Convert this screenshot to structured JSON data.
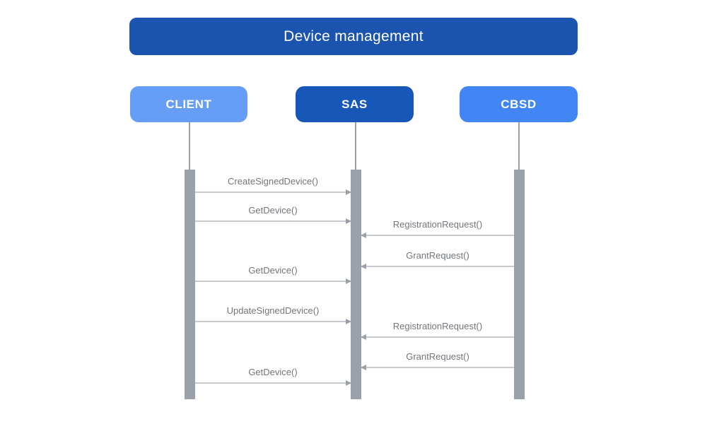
{
  "diagram": {
    "title": "Device management",
    "type": "sequence-diagram"
  },
  "actors": [
    {
      "id": "client",
      "label": "CLIENT",
      "color": "#669DF6"
    },
    {
      "id": "sas",
      "label": "SAS",
      "color": "#1757B8"
    },
    {
      "id": "cbsd",
      "label": "CBSD",
      "color": "#4285F4"
    }
  ],
  "messages": [
    {
      "label": "CreateSignedDevice()",
      "from": "client",
      "to": "sas"
    },
    {
      "label": "GetDevice()",
      "from": "client",
      "to": "sas"
    },
    {
      "label": "RegistrationRequest()",
      "from": "cbsd",
      "to": "sas"
    },
    {
      "label": "GrantRequest()",
      "from": "cbsd",
      "to": "sas"
    },
    {
      "label": "GetDevice()",
      "from": "client",
      "to": "sas"
    },
    {
      "label": "UpdateSignedDevice()",
      "from": "client",
      "to": "sas"
    },
    {
      "label": "RegistrationRequest()",
      "from": "cbsd",
      "to": "sas"
    },
    {
      "label": "GrantRequest()",
      "from": "cbsd",
      "to": "sas"
    },
    {
      "label": "GetDevice()",
      "from": "client",
      "to": "sas"
    }
  ],
  "colors": {
    "background": "#FFFFFF",
    "title_bg": "#1B54AE",
    "title_text": "#FFFFFF",
    "actor_text": "#FFFFFF",
    "lifeline": "#9AA0A6",
    "activation_bar": "#9BA1A8",
    "arrow_line": "#C7CACD",
    "arrow_head": "#9AA0A6",
    "message_text": "#71767B"
  }
}
